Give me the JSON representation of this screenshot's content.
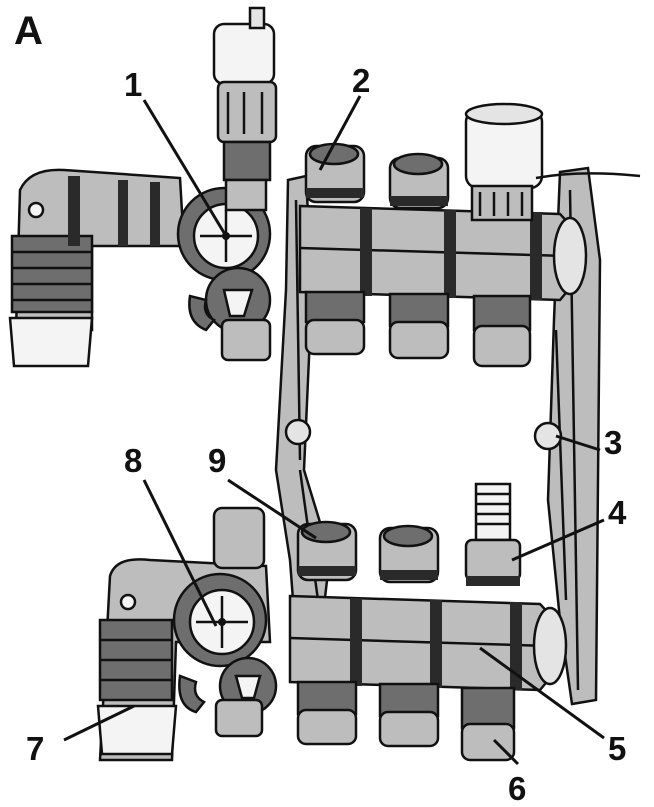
{
  "figure": {
    "label": "A"
  },
  "callouts": [
    {
      "id": "1",
      "text": "1"
    },
    {
      "id": "2",
      "text": "2"
    },
    {
      "id": "3",
      "text": "3"
    },
    {
      "id": "4",
      "text": "4"
    },
    {
      "id": "5",
      "text": "5"
    },
    {
      "id": "6",
      "text": "6"
    },
    {
      "id": "7",
      "text": "7"
    },
    {
      "id": "8",
      "text": "8"
    },
    {
      "id": "9",
      "text": "9"
    }
  ],
  "colors": {
    "ink": "#111111",
    "body": "#bdbdbd",
    "shade": "#6e6e6e",
    "light": "#e4e4e4"
  },
  "components": [
    "air-vent",
    "thermometer",
    "valve-cap",
    "actuator",
    "mounting-bracket",
    "flow-meter",
    "manifold-bar",
    "outlet-fitting",
    "elbow-connector",
    "ball-valve"
  ]
}
